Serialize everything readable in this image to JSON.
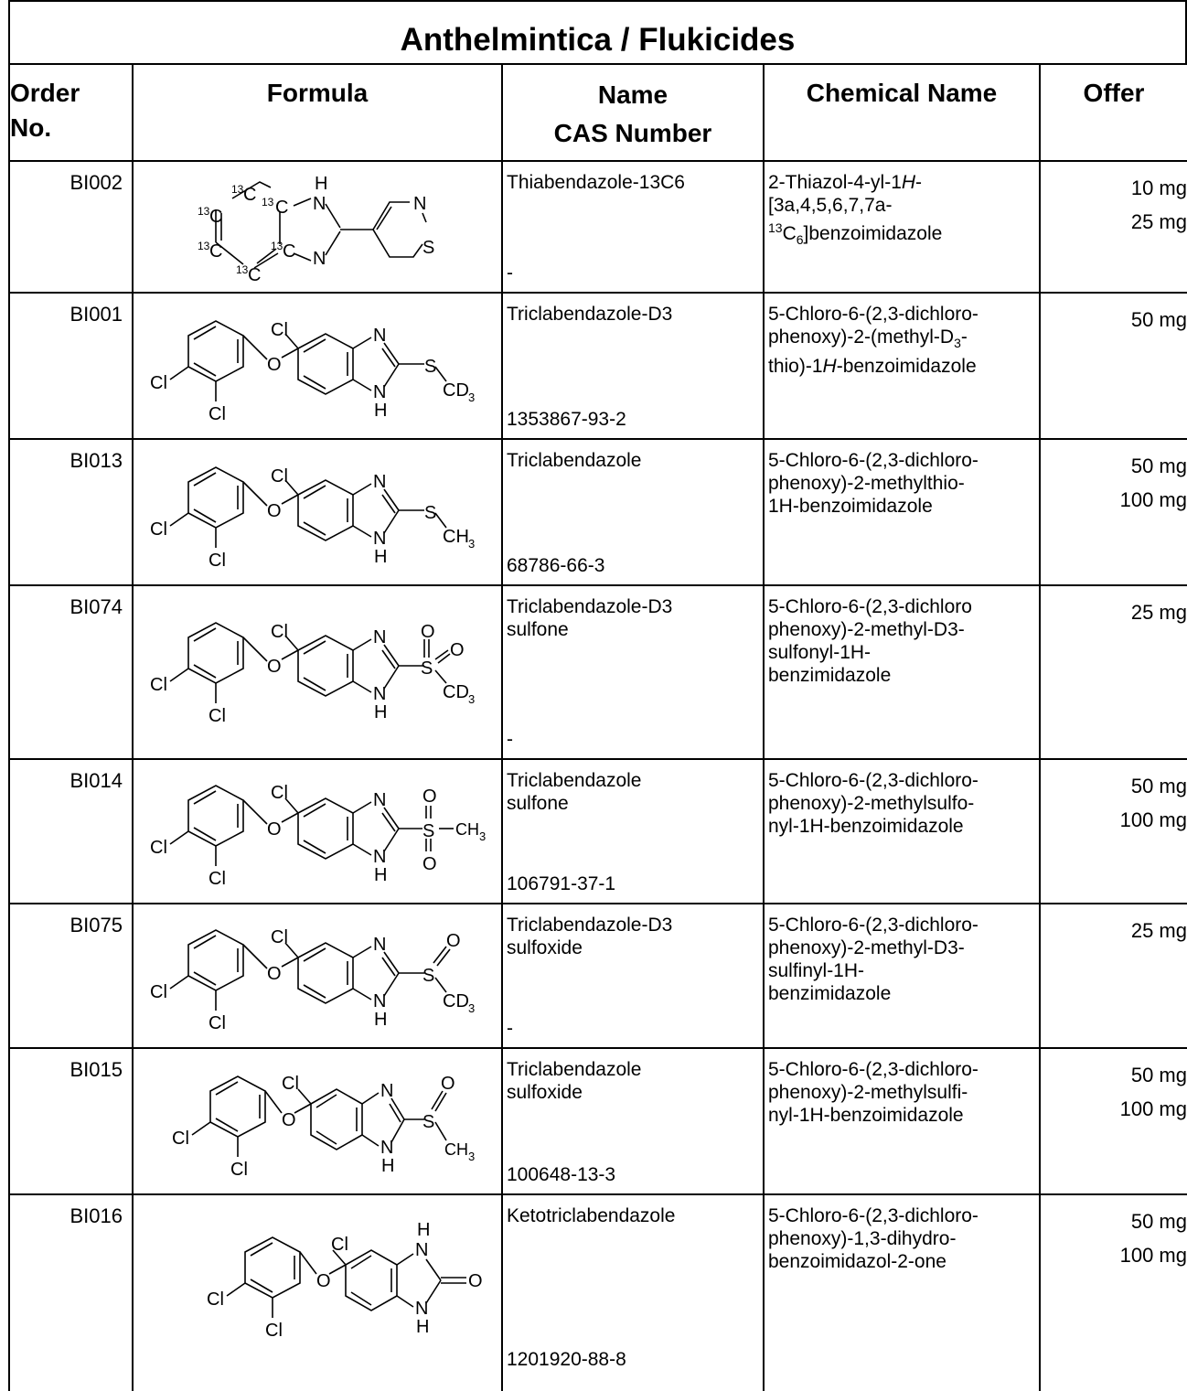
{
  "title": "Anthelmintica / Flukicides",
  "headers": {
    "order_line1": "Order",
    "order_line2": "No.",
    "formula": "Formula",
    "name_line1": "Name",
    "name_line2": "CAS Number",
    "chemical_name": "Chemical Name",
    "offer": "Offer"
  },
  "rows": [
    {
      "order": "BI002",
      "name": "Thiabendazole-13C6",
      "cas": "-",
      "chem": [
        "2-Thiazol-4-yl-1H-",
        "[3a,4,5,6,7,7a-",
        "13C6]benzoimidazole"
      ],
      "offer": [
        "10 mg",
        "25 mg"
      ]
    },
    {
      "order": "BI001",
      "name": "Triclabendazole-D3",
      "cas": "1353867-93-2",
      "chem": [
        "5-Chloro-6-(2,3-dichloro-",
        "phenoxy)-2-(methyl-D3-",
        "thio)-1H-benzoimidazole"
      ],
      "offer": [
        "50 mg"
      ]
    },
    {
      "order": "BI013",
      "name": "Triclabendazole",
      "cas": "68786-66-3",
      "chem": [
        "5-Chloro-6-(2,3-dichloro-",
        "phenoxy)-2-methylthio-",
        "1H-benzoimidazole"
      ],
      "offer": [
        "50 mg",
        "100 mg"
      ]
    },
    {
      "order": "BI074",
      "name": "Triclabendazole-D3",
      "name2": "sulfone",
      "cas": "-",
      "chem": [
        "5-Chloro-6-(2,3-dichloro",
        "phenoxy)-2-methyl-D3-",
        "sulfonyl-1H-",
        "benzimidazole"
      ],
      "offer": [
        "25 mg"
      ]
    },
    {
      "order": "BI014",
      "name": "Triclabendazole",
      "name2": "sulfone",
      "cas": "106791-37-1",
      "chem": [
        "5-Chloro-6-(2,3-dichloro-",
        "phenoxy)-2-methylsulfo-",
        "nyl-1H-benzoimidazole"
      ],
      "offer": [
        "50 mg",
        "100 mg"
      ]
    },
    {
      "order": "BI075",
      "name": "Triclabendazole-D3",
      "name2": "sulfoxide",
      "cas": "-",
      "chem": [
        "5-Chloro-6-(2,3-dichloro-",
        "phenoxy)-2-methyl-D3-",
        "sulfinyl-1H-",
        "benzimidazole"
      ],
      "offer": [
        "25 mg"
      ]
    },
    {
      "order": "BI015",
      "name": "Triclabendazole",
      "name2": "sulfoxide",
      "cas": "100648-13-3",
      "chem": [
        "5-Chloro-6-(2,3-dichloro-",
        "phenoxy)-2-methylsulfi-",
        "nyl-1H-benzoimidazole"
      ],
      "offer": [
        "50 mg",
        "100 mg"
      ]
    },
    {
      "order": "BI016",
      "name": "Ketotriclabendazole",
      "cas": "1201920-88-8",
      "chem": [
        "5-Chloro-6-(2,3-dichloro-",
        "phenoxy)-1,3-dihydro-",
        "benzoimidazol-2-one"
      ],
      "offer": [
        "50 mg",
        "100 mg"
      ]
    }
  ],
  "structures": {
    "atoms": {
      "H": "H",
      "N": "N",
      "S": "S",
      "O": "O",
      "Cl": "Cl",
      "C": "C",
      "label13": "13",
      "CD": "CD",
      "CH": "CH",
      "sub3": "3",
      "eq": "="
    }
  }
}
